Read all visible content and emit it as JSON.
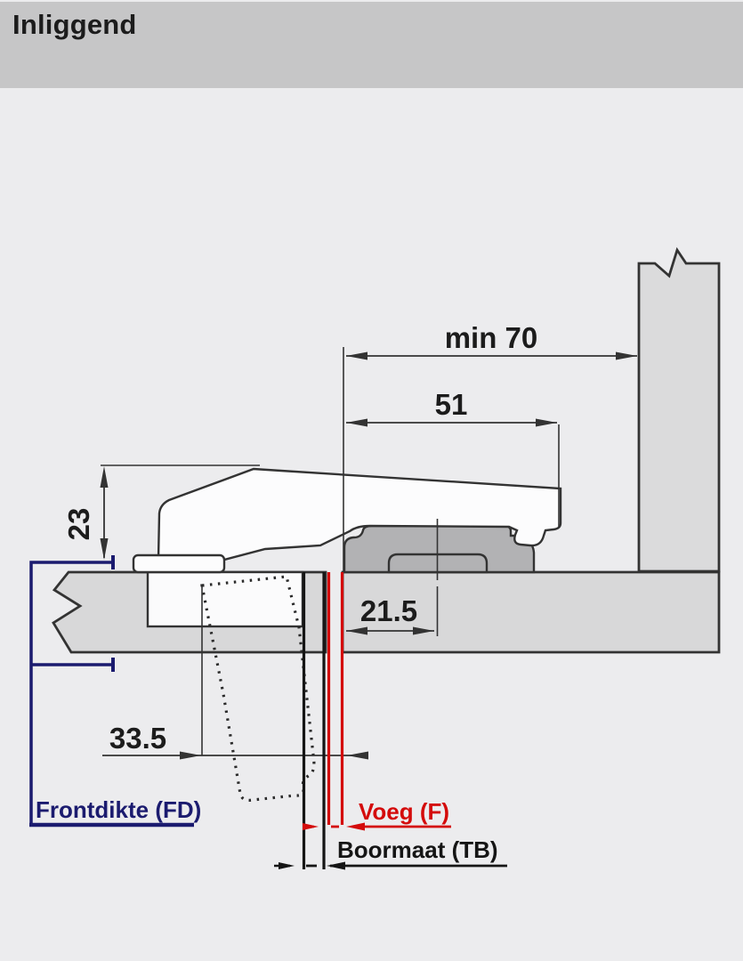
{
  "header": {
    "title": "Inliggend"
  },
  "diagram": {
    "dimensions": {
      "min_depth": "min 70",
      "arm_fixing": "51",
      "arm_protrusion": "23",
      "plate_screw_distance": "21.5",
      "clearance": "33.5"
    },
    "labels": {
      "front_thickness": "Frontdikte (FD)",
      "gap": "Voeg (F)",
      "drill_distance": "Boormaat (TB)"
    },
    "colors": {
      "front_thickness": "#1b1b6f",
      "gap": "#d40b0b",
      "drill_distance": "#151515",
      "outline": "#333333",
      "panel_fill": "#d8d8d9",
      "plate_fill": "#b2b2b4",
      "header_band": "#c6c6c7",
      "background": "#ececee"
    }
  }
}
